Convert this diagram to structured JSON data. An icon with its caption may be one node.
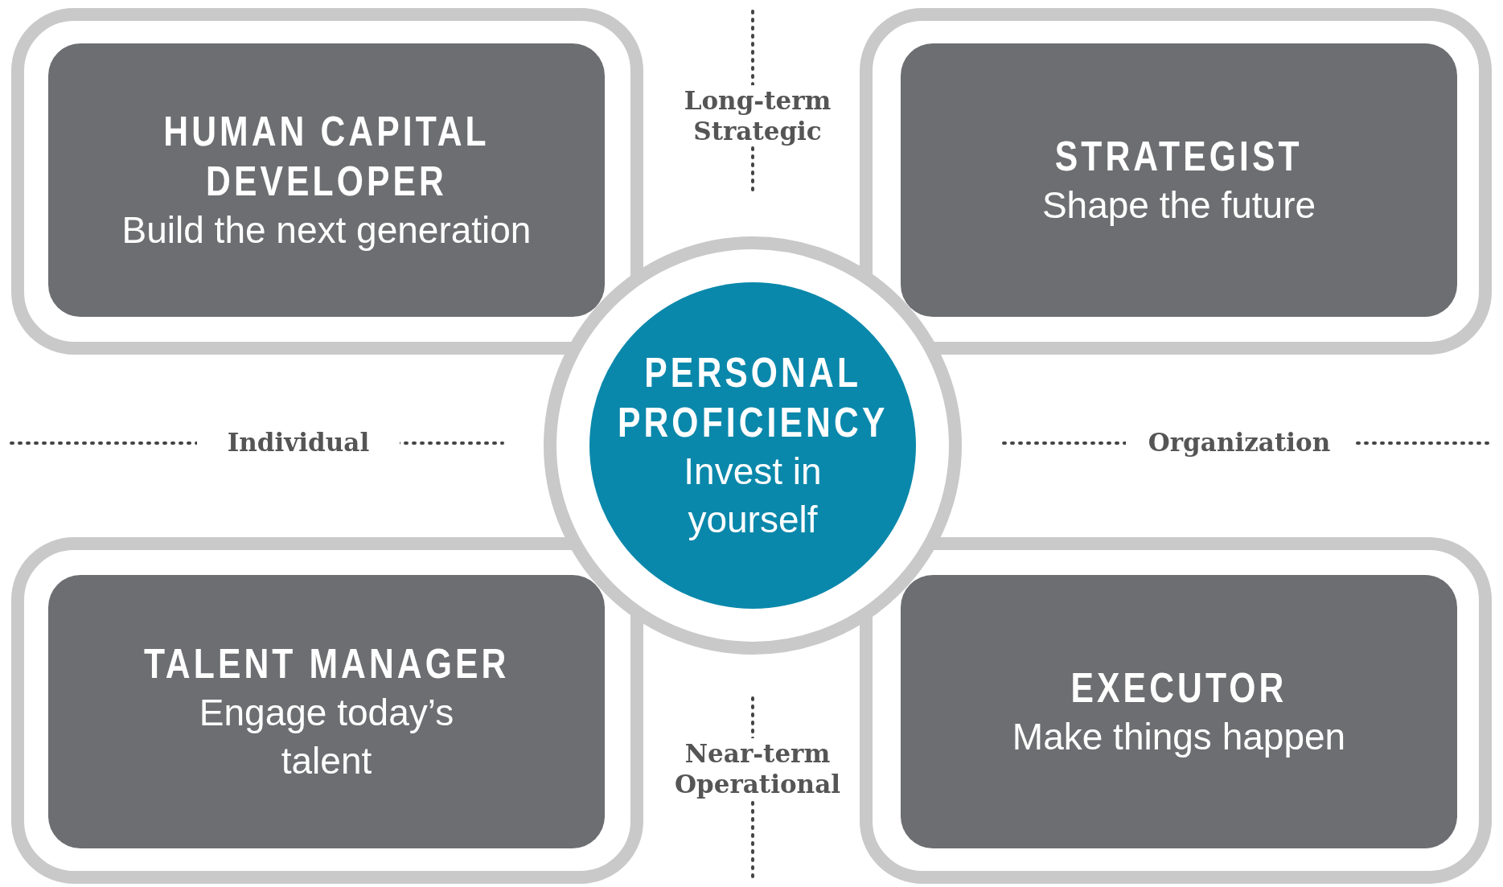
{
  "diagram": {
    "nodes": [
      {
        "text": [
          "HUMAN CAPITAL DEVELOPER",
          "Build the next generation"
        ]
      },
      {
        "text": [
          "STRATEGIST",
          "Shape the future"
        ]
      },
      {
        "text": [
          "PERSONAL PROFICIENCY",
          "Invest in yourself"
        ]
      },
      {
        "text": [
          "TALENT MANAGER",
          "Engage today’s talent"
        ]
      },
      {
        "text": [
          "EXECUTOR",
          "Make things happen"
        ]
      }
    ],
    "labels": [
      "Long-term Strategic",
      "Individual",
      "Organization",
      "Near-term Operational"
    ]
  }
}
